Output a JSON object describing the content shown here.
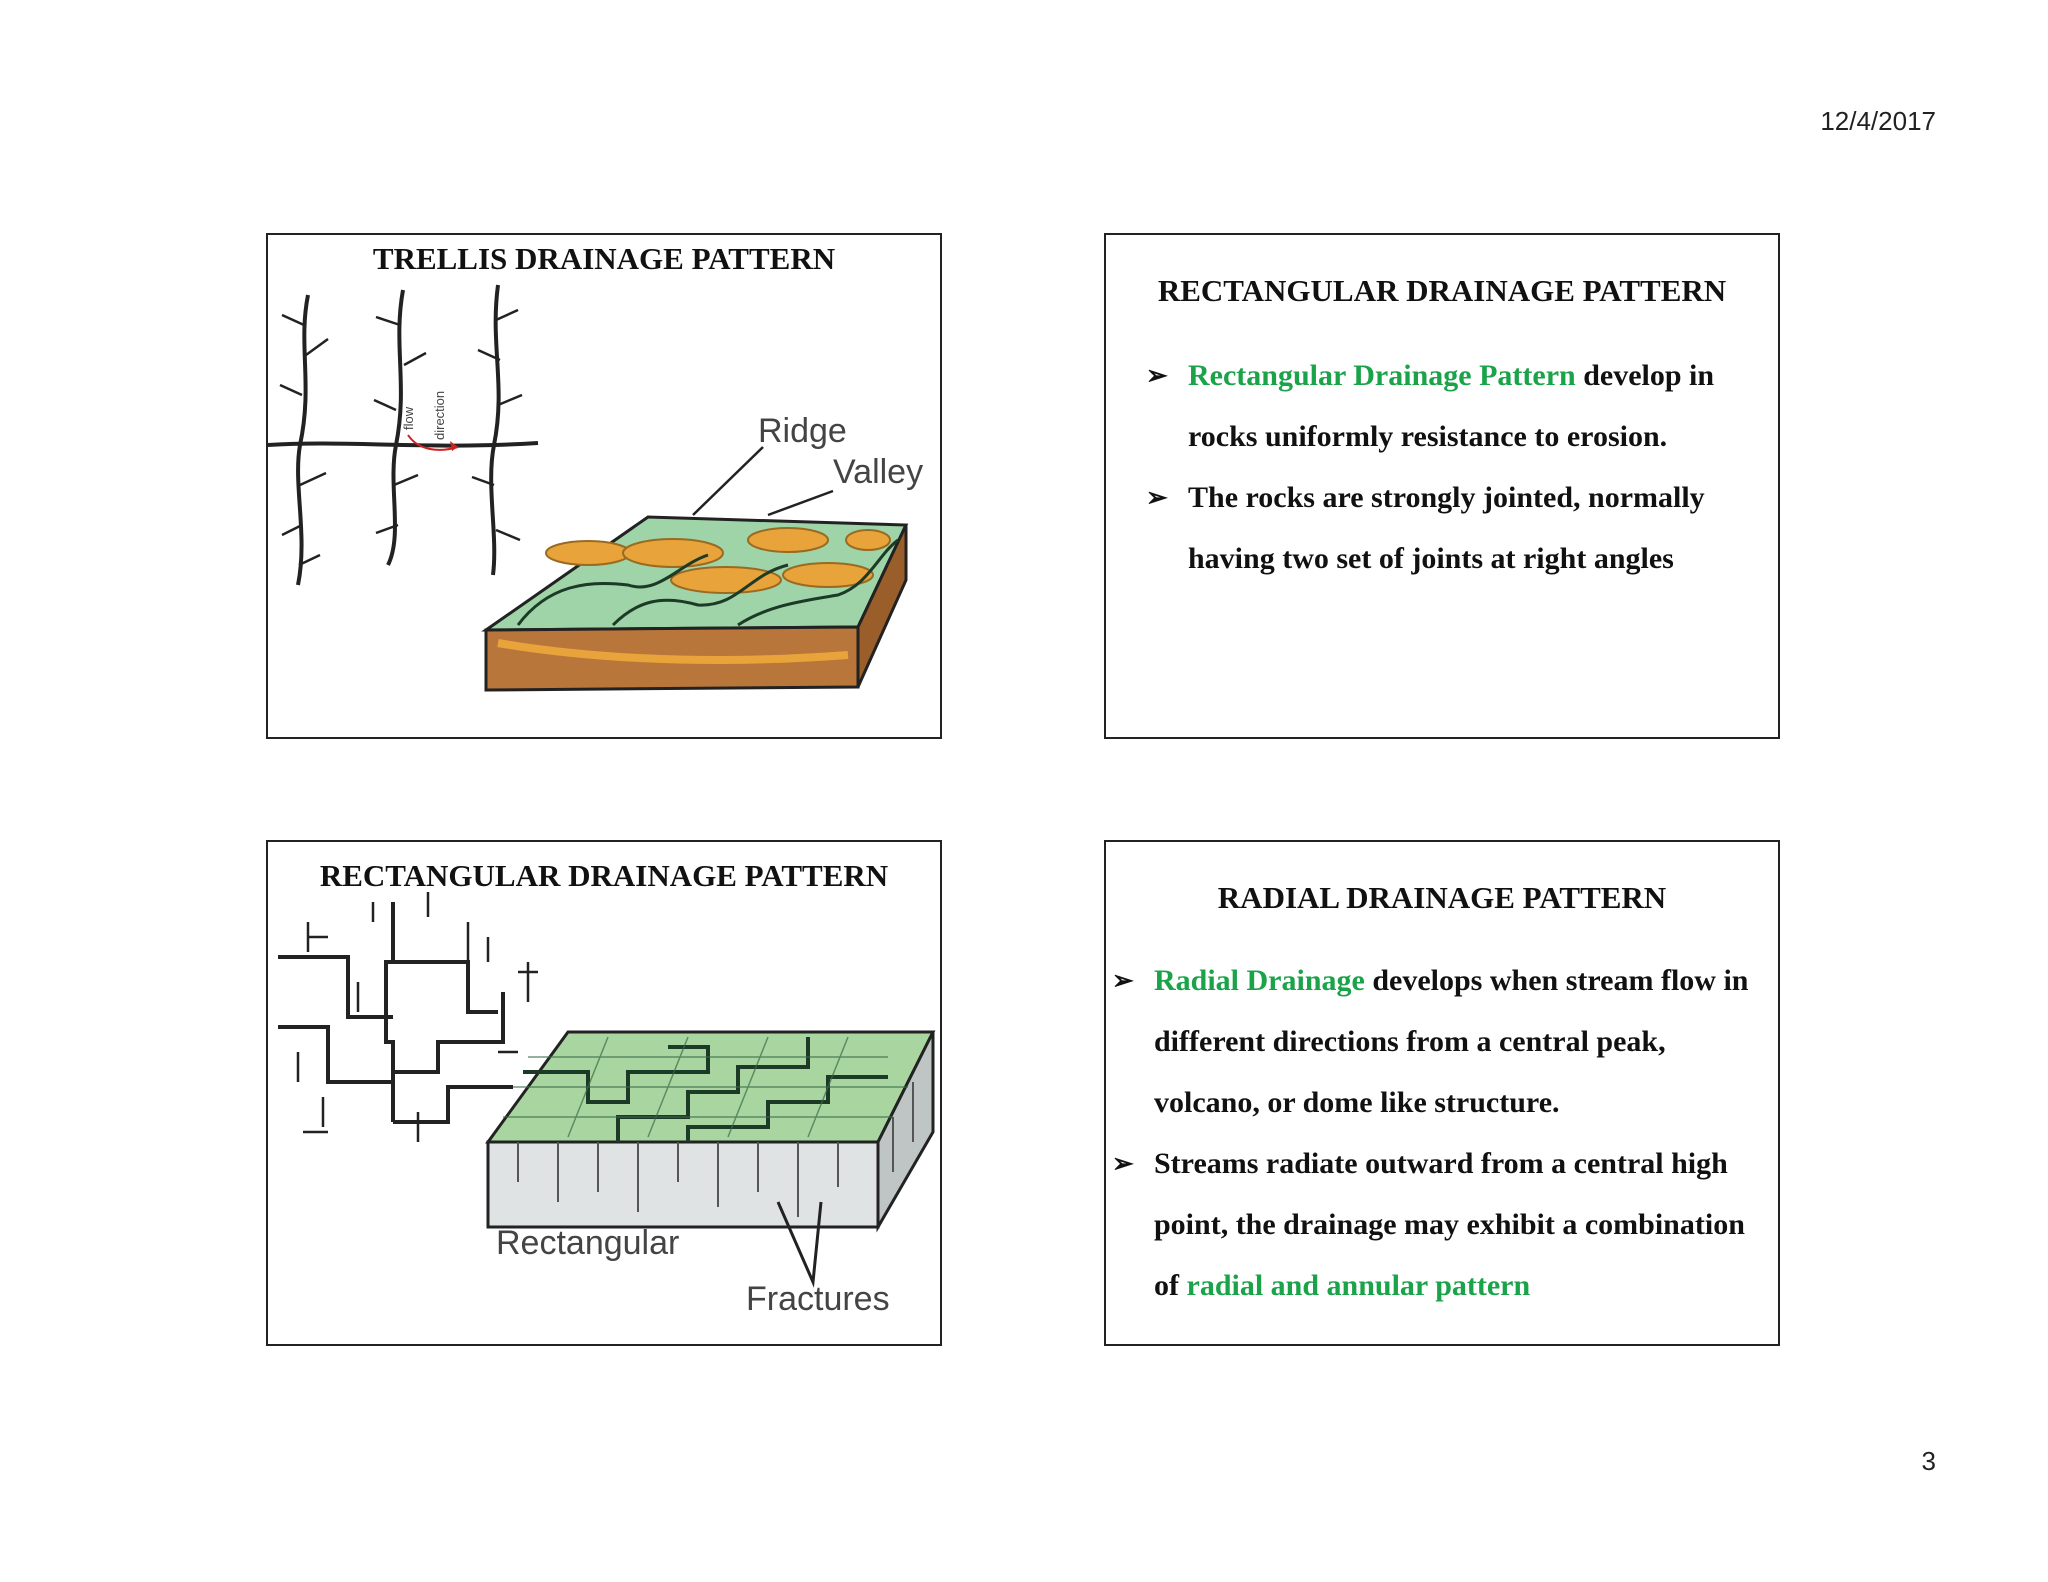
{
  "header": {
    "date": "12/4/2017"
  },
  "footer": {
    "page_number": "3"
  },
  "slides": [
    {
      "title": "TRELLIS DRAINAGE PATTERN",
      "figure": {
        "labels": {
          "flow": "flow",
          "direction": "direction",
          "ridge": "Ridge",
          "valley": "Valley"
        }
      }
    },
    {
      "title": "RECTANGULAR DRAINAGE PATTERN",
      "bullets": [
        {
          "highlight": "Rectangular Drainage Pattern",
          "text": " develop in rocks uniformly resistance to erosion."
        },
        {
          "text": "The  rocks are strongly jointed, normally having two set of joints at right angles"
        }
      ]
    },
    {
      "title": "RECTANGULAR DRAINAGE PATTERN",
      "figure": {
        "labels": {
          "rectangular": "Rectangular",
          "fractures": "Fractures"
        }
      }
    },
    {
      "title": "RADIAL DRAINAGE PATTERN",
      "bullets": [
        {
          "highlight": "Radial Drainage",
          "text": " develops when stream flow in different directions from a central peak, volcano, or dome like structure."
        },
        {
          "text": "Streams radiate outward from a central high point, the drainage may exhibit a combination of ",
          "highlight_end": "radial and annular pattern"
        }
      ]
    }
  ],
  "colors": {
    "highlight": "#1ba34a",
    "ridge_orange": "#e8a33a",
    "valley_green": "#9fd3a8",
    "soil_brown": "#b8763a",
    "rect_green": "#a9d6a0",
    "rock_grey": "#dfe3e3"
  },
  "icons": {
    "bullet": "arrowhead-bullet-icon"
  }
}
